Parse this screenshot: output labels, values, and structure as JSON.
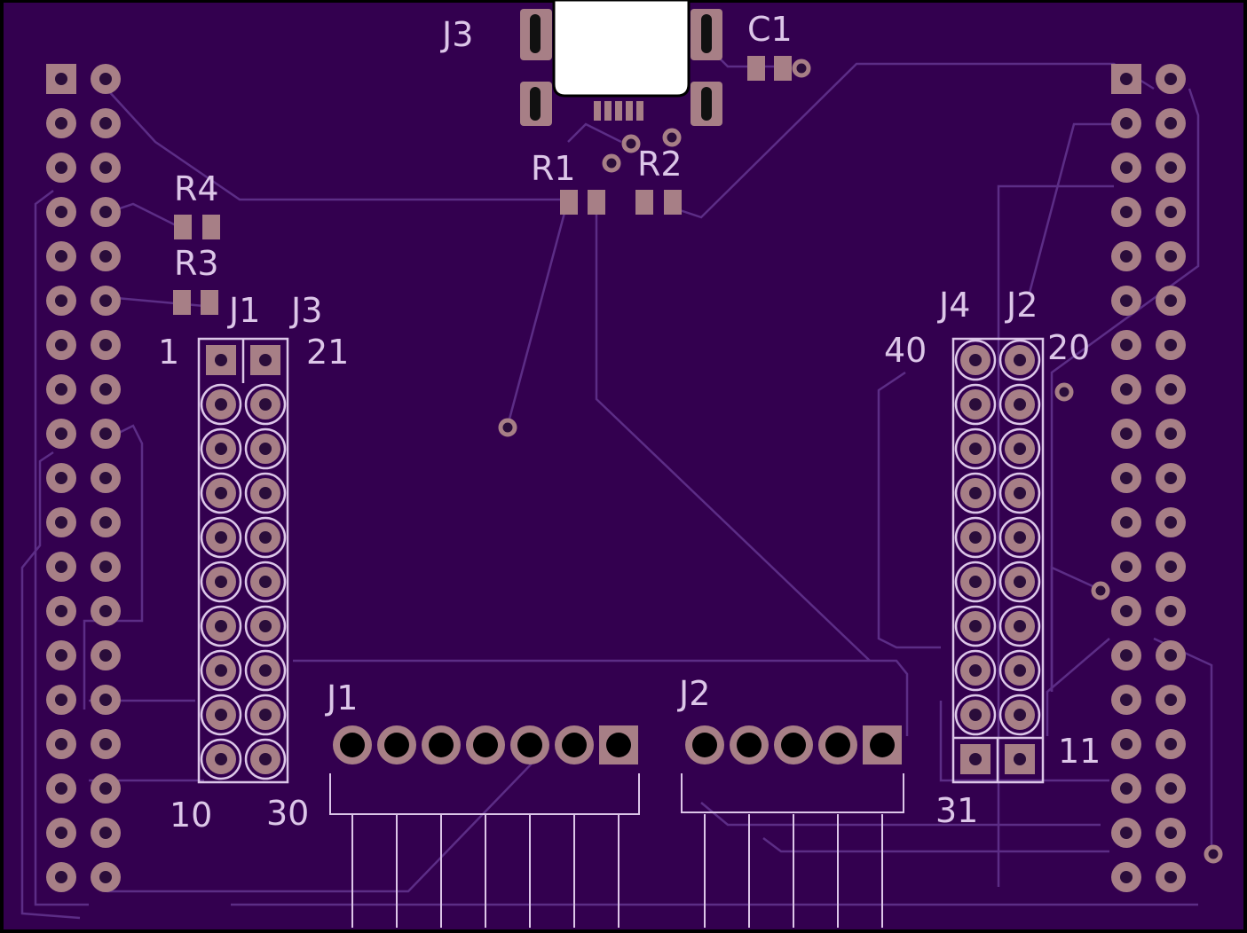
{
  "colors": {
    "board": "#33004f",
    "outline": "#000000",
    "trace": "#5c2d86",
    "silk": "#dcc6e8",
    "copper": "#a77f86",
    "hole": "#2a0d3a",
    "header_pad": "#3a0b57",
    "usb_shell": "#ffffff"
  },
  "labels": {
    "j3_usb": "J3",
    "c1": "C1",
    "r1": "R1",
    "r2": "R2",
    "r3": "R3",
    "r4": "R4",
    "j1_left": "J1",
    "j3_left": "J3",
    "j4_right": "J4",
    "j2_right": "J2",
    "j1_bottom": "J1",
    "j2_bottom": "J2"
  },
  "pin_numbers": {
    "left_top_left": "1",
    "left_top_right": "21",
    "left_bottom_left": "10",
    "left_bottom_right": "30",
    "right_top_left": "40",
    "right_top_right": "20",
    "right_bottom_left": "31",
    "right_bottom_right": "11"
  },
  "components": {
    "edge_header_rows": 19,
    "inner_header_rows": 10,
    "bottom_header_j1_pins": 7,
    "bottom_header_j2_pins": 5
  }
}
